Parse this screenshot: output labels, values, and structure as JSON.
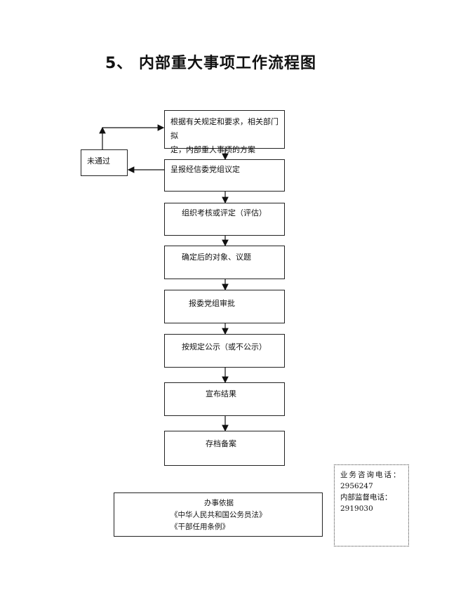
{
  "title": "5、 内部重大事项工作流程图",
  "steps": [
    {
      "line1": "根据有关规定和要求，相关部门拟",
      "line2": "定，内部重大事项的方案"
    },
    {
      "line1": "呈报经信委党组议定"
    },
    {
      "line1": "组织考核或评定（评估）"
    },
    {
      "line1": "确定后的对象、议题"
    },
    {
      "line1": "报委党组审批"
    },
    {
      "line1": "按规定公示（或不公示）"
    },
    {
      "line1": "宣布结果"
    },
    {
      "line1": "存档备案"
    }
  ],
  "reject_label": "未通过",
  "contact": {
    "consult_label": "业务咨询电话：",
    "consult_phone": "2956247",
    "supervise_label": "内部监督电话：",
    "supervise_phone": "2919030"
  },
  "basis": {
    "heading": "办事依据",
    "law1": "《中华人民共和国公务员法》",
    "law2": "《干部任用条例》"
  }
}
